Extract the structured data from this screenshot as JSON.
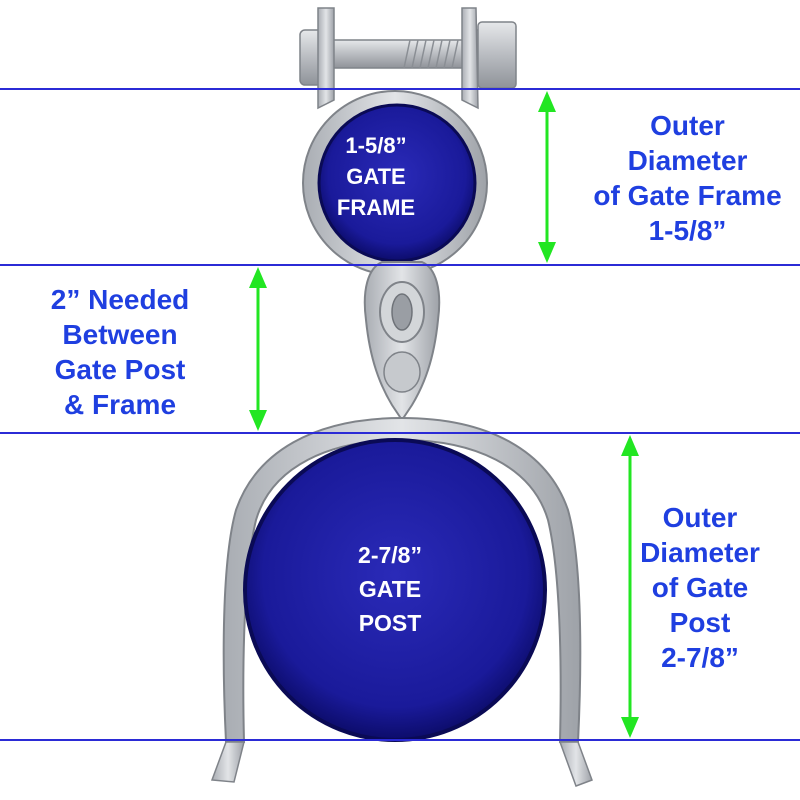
{
  "labels": {
    "frame_diameter": [
      "Outer",
      "Diameter",
      "of Gate Frame",
      "1-5/8”"
    ],
    "gap": [
      "2” Needed",
      "Between",
      "Gate Post",
      "& Frame"
    ],
    "post_diameter": [
      "Outer",
      "Diameter",
      "of Gate",
      "Post",
      "2-7/8”"
    ]
  },
  "pipes": {
    "frame": [
      "1-5/8”",
      "GATE",
      "FRAME"
    ],
    "post": [
      "2-7/8”",
      "GATE",
      "POST"
    ]
  },
  "colors": {
    "label_text": "#1f3fe0",
    "guide_line": "#2b2bd6",
    "arrow": "#22e622",
    "pipe_blue": "#1e1ea8",
    "pipe_dark": "#0c0c6a",
    "steel": "#c9ccd0",
    "steel_dark": "#8c9096"
  }
}
